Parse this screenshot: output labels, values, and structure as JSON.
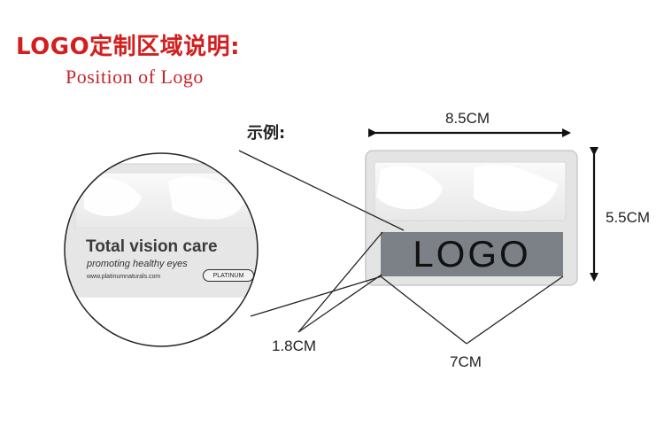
{
  "title_cn": "LOGO定制区域说明:",
  "title_en": "Position of Logo",
  "example_label": "示例:",
  "dimensions": {
    "card_width": "8.5CM",
    "card_height": "5.5CM",
    "logo_height": "1.8CM",
    "logo_width": "7CM"
  },
  "zoom_detail": {
    "brand": "Total vision care",
    "tagline": "promoting healthy eyes",
    "website": "www.platinumnaturals.com",
    "badge": "PLATINUM"
  },
  "logo_area_text": "LOGO",
  "colors": {
    "title": "#d41e1e",
    "logo_bar": "#7b8187",
    "card": "#e4e4e4"
  }
}
